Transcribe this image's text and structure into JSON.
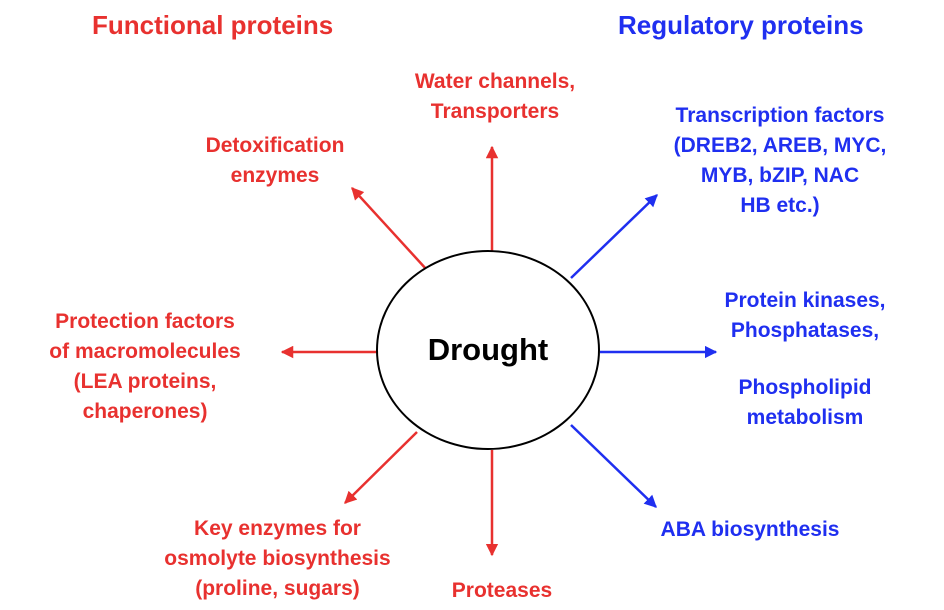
{
  "headers": {
    "functional": "Functional proteins",
    "regulatory": "Regulatory proteins"
  },
  "center": {
    "label": "Drought"
  },
  "functional_nodes": {
    "water_channels": [
      "Water channels,",
      "Transporters"
    ],
    "detoxification": [
      "Detoxification",
      "enzymes"
    ],
    "protection": [
      "Protection factors",
      "of macromolecules",
      "(LEA proteins,",
      "chaperones)"
    ],
    "osmolyte": [
      "Key enzymes for",
      "osmolyte biosynthesis",
      "(proline, sugars)"
    ],
    "proteases": [
      "Proteases"
    ]
  },
  "regulatory_nodes": {
    "transcription": [
      "Transcription factors",
      "(DREB2, AREB, MYC,",
      "MYB, bZIP, NAC",
      "HB etc.)"
    ],
    "kinases": [
      "Protein kinases,",
      "Phosphatases,"
    ],
    "phospholipid": [
      "Phospholipid",
      "metabolism"
    ],
    "aba": [
      "ABA biosynthesis"
    ]
  },
  "colors": {
    "functional": "#e8312f",
    "regulatory": "#1f2ff0",
    "circle_outline": "#000000"
  }
}
